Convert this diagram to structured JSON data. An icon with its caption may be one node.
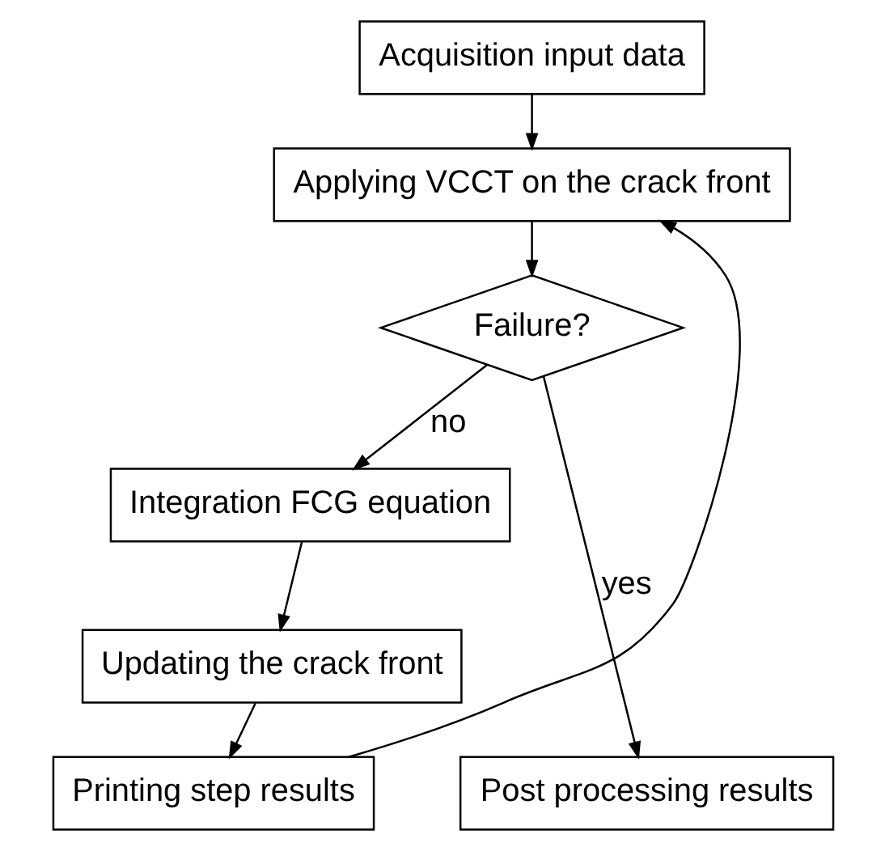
{
  "diagram": {
    "nodes": [
      {
        "text": [
          "Acquisition input data"
        ]
      },
      {
        "text": [
          "Applying VCCT on the crack front"
        ]
      },
      {
        "text": [
          "Failure?"
        ]
      },
      {
        "text": [
          "Integration FCG equation"
        ]
      },
      {
        "text": [
          "Updating the crack front"
        ]
      },
      {
        "text": [
          "Printing step results"
        ]
      },
      {
        "text": [
          "Post processing results"
        ]
      }
    ],
    "edges": [
      {
        "from": 0,
        "to": 1,
        "arrow": "to"
      },
      {
        "from": 1,
        "to": 2,
        "arrow": "to"
      },
      {
        "from": 2,
        "to": 3,
        "arrow": "to",
        "label": "no"
      },
      {
        "from": 2,
        "to": 6,
        "arrow": "to",
        "label": "yes"
      },
      {
        "from": 3,
        "to": 4,
        "arrow": "to"
      },
      {
        "from": 4,
        "to": 5,
        "arrow": "to"
      },
      {
        "from": 5,
        "to": 1,
        "arrow": "to"
      }
    ]
  }
}
